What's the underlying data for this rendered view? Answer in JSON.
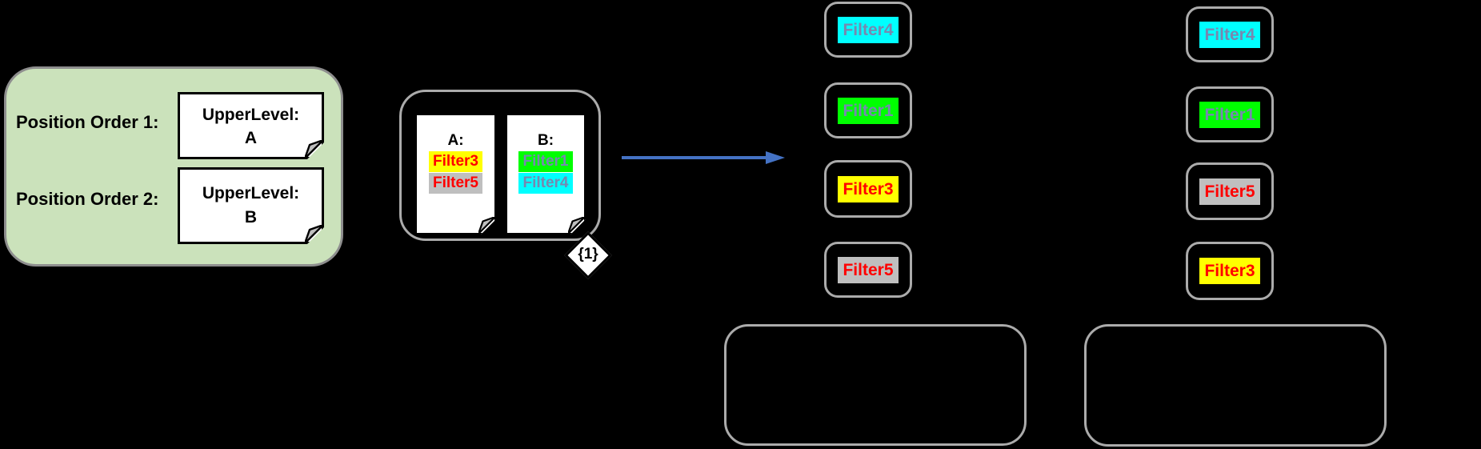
{
  "legend_panel": {
    "fill": "#CBE2BB",
    "rows": [
      {
        "label": "Position Order 1:",
        "note_lines": [
          "UpperLevel:",
          "A"
        ]
      },
      {
        "label": "Position Order 2:",
        "note_lines": [
          "UpperLevel:",
          "B"
        ]
      }
    ]
  },
  "source_group": {
    "badge": "{1}",
    "notes": [
      {
        "title": "A:",
        "filters": [
          {
            "label": "Filter3",
            "bg": "#FFFF00",
            "color": "#FF0000"
          },
          {
            "label": "Filter5",
            "bg": "#BFBFBF",
            "color": "#FF0000"
          }
        ]
      },
      {
        "title": "B:",
        "filters": [
          {
            "label": "Filter1",
            "bg": "#00FF00",
            "color": "#7688B0"
          },
          {
            "label": "Filter4",
            "bg": "#00FFFF",
            "color": "#7688B0"
          }
        ]
      }
    ]
  },
  "arrow": {
    "color": "#4472C4"
  },
  "result_columns": [
    {
      "items": [
        {
          "label": "Filter4",
          "bg": "#00FFFF",
          "color": "#7688B0"
        },
        {
          "label": "Filter1",
          "bg": "#00FF00",
          "color": "#7688B0"
        },
        {
          "label": "Filter3",
          "bg": "#FFFF00",
          "color": "#FF0000"
        },
        {
          "label": "Filter5",
          "bg": "#BFBFBF",
          "color": "#FF0000"
        }
      ]
    },
    {
      "items": [
        {
          "label": "Filter4",
          "bg": "#00FFFF",
          "color": "#7688B0"
        },
        {
          "label": "Filter1",
          "bg": "#00FF00",
          "color": "#7688B0"
        },
        {
          "label": "Filter5",
          "bg": "#BFBFBF",
          "color": "#FF0000"
        },
        {
          "label": "Filter3",
          "bg": "#FFFF00",
          "color": "#FF0000"
        }
      ]
    }
  ]
}
